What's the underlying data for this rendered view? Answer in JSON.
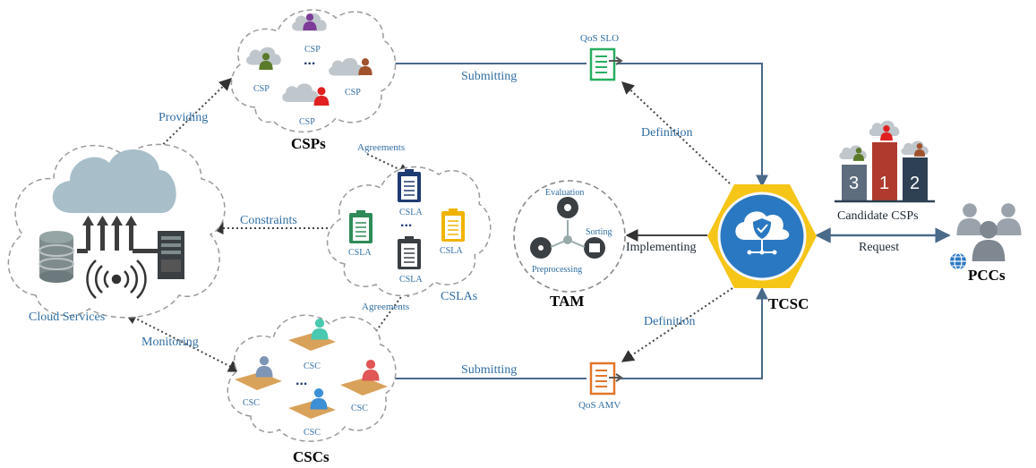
{
  "nodes": {
    "csps": "CSPs",
    "cscs": "CSCs",
    "cslas": "CSLAs",
    "tam": "TAM",
    "tcsc": "TCSC",
    "pccs": "PCCs",
    "cloud_services": "Cloud Services",
    "candidate_csps": "Candidate CSPs",
    "qos_slo": "QoS SLO",
    "qos_amv": "QoS AMV"
  },
  "csp_label": "CSP",
  "csc_label": "CSC",
  "csla_label": "CSLA",
  "ellipsis": "...",
  "tam_steps": {
    "evaluation": "Evaluation",
    "sorting": "Sorting",
    "preprocessing": "Preprocessing"
  },
  "ranks": [
    "3",
    "1",
    "2"
  ],
  "edges": {
    "providing": "Providing",
    "monitoring": "Monitoring",
    "constraints": "Constraints",
    "agreements_top": "Agreements",
    "agreements_bottom": "Agreements",
    "submitting_top": "Submitting",
    "submitting_bottom": "Submitting",
    "definition_top": "Definition",
    "definition_bottom": "Definition",
    "implementing": "Implementing",
    "request": "Request"
  },
  "icons": [
    "cloud-icon",
    "database-icon",
    "server-icon",
    "signal-icon",
    "person-icon",
    "clipboard-icon",
    "document-icon",
    "gear-icon",
    "shield-icon",
    "globe-icon",
    "podium-icon"
  ],
  "colors": {
    "label_blue": "#2f6da3",
    "hex_yellow": "#f5c518",
    "tcsc_blue": "#2b78c2",
    "cloud_gray": "#a8bfca",
    "csla_green": "#2e8b57",
    "csla_navy": "#1f3b73",
    "csla_yellow": "#f0b400",
    "qos_orange": "#e2762b",
    "podium_gray": "#5d6d7e",
    "podium_red": "#b03a2e",
    "podium_navy": "#2e4053"
  }
}
